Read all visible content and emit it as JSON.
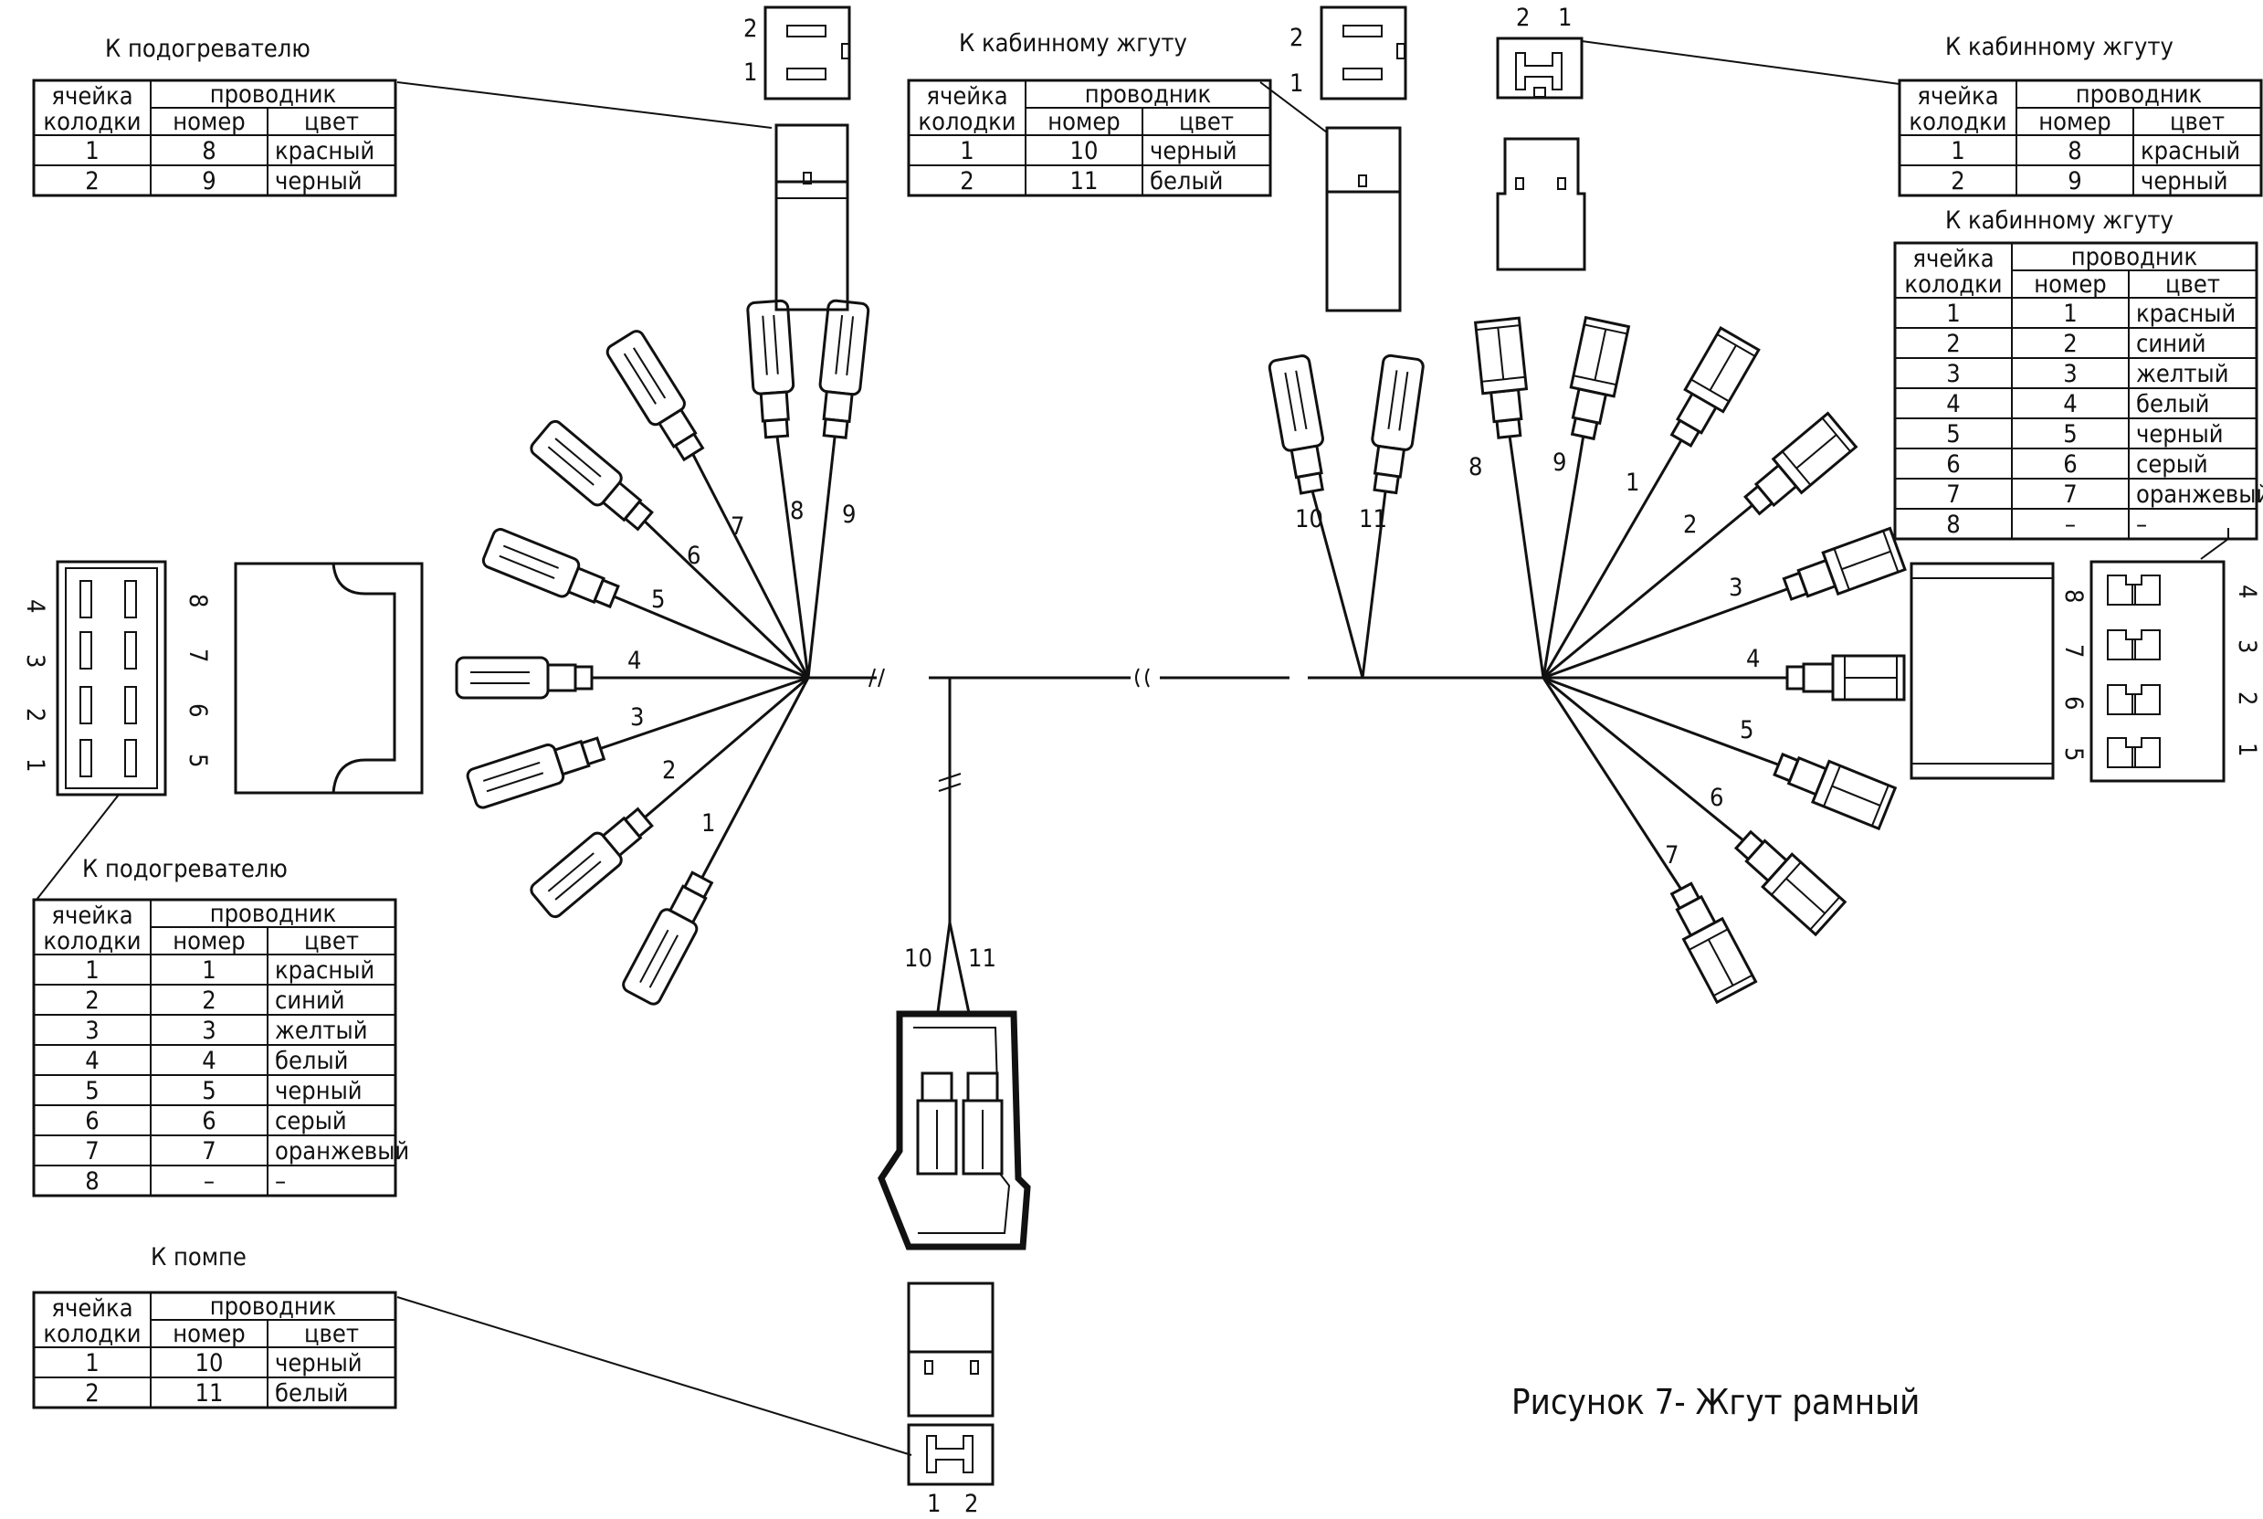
{
  "caption": "Рисунок 7- Жгут рамный",
  "headers": {
    "cell_line1": "ячейка",
    "cell_line2": "колодки",
    "wire": "проводник",
    "number": "номер",
    "color": "цвет"
  },
  "tables": [
    {
      "id": "heater-2pin",
      "title": "К подогревателю",
      "rows": [
        [
          "1",
          "8",
          "красный"
        ],
        [
          "2",
          "9",
          "черный"
        ]
      ]
    },
    {
      "id": "cab-center",
      "title": "К кабинному жгуту",
      "rows": [
        [
          "1",
          "10",
          "черный"
        ],
        [
          "2",
          "11",
          "белый"
        ]
      ]
    },
    {
      "id": "cab-right-2pin",
      "title": "К кабинному жгуту",
      "rows": [
        [
          "1",
          "8",
          "красный"
        ],
        [
          "2",
          "9",
          "черный"
        ]
      ]
    },
    {
      "id": "cab-right-8pin",
      "title": "К кабинному жгуту",
      "rows": [
        [
          "1",
          "1",
          "красный"
        ],
        [
          "2",
          "2",
          "синий"
        ],
        [
          "3",
          "3",
          "желтый"
        ],
        [
          "4",
          "4",
          "белый"
        ],
        [
          "5",
          "5",
          "черный"
        ],
        [
          "6",
          "6",
          "серый"
        ],
        [
          "7",
          "7",
          "оранжевый"
        ],
        [
          "8",
          "–",
          "–"
        ]
      ]
    },
    {
      "id": "heater-8pin",
      "title": "К подогревателю",
      "rows": [
        [
          "1",
          "1",
          "красный"
        ],
        [
          "2",
          "2",
          "синий"
        ],
        [
          "3",
          "3",
          "желтый"
        ],
        [
          "4",
          "4",
          "белый"
        ],
        [
          "5",
          "5",
          "черный"
        ],
        [
          "6",
          "6",
          "серый"
        ],
        [
          "7",
          "7",
          "оранжевый"
        ],
        [
          "8",
          "–",
          "–"
        ]
      ]
    },
    {
      "id": "pump",
      "title": "К помпе",
      "rows": [
        [
          "1",
          "10",
          "черный"
        ],
        [
          "2",
          "11",
          "белый"
        ]
      ]
    }
  ],
  "labels": {
    "left_wires": [
      "1",
      "2",
      "3",
      "4",
      "5",
      "6",
      "7",
      "8",
      "9"
    ],
    "right_wires": [
      "8",
      "9",
      "1",
      "2",
      "3",
      "4",
      "5",
      "6",
      "7"
    ],
    "mid_wires": [
      "10",
      "11"
    ],
    "pump_wires": [
      "10",
      "11"
    ],
    "left_block_pins_left": [
      "4",
      "3",
      "2",
      "1"
    ],
    "left_block_pins_right": [
      "8",
      "7",
      "6",
      "5"
    ],
    "right_block_pins_left": [
      "8",
      "7",
      "6",
      "5"
    ],
    "right_block_pins_right": [
      "4",
      "3",
      "2",
      "1"
    ],
    "top_left_plug_pins": [
      "2",
      "1"
    ],
    "top_mid_plug_pins": [
      "2",
      "1"
    ],
    "top_right_plug_pins": [
      "2",
      "1"
    ],
    "bottom_plug_pins": [
      "1",
      "2"
    ]
  }
}
